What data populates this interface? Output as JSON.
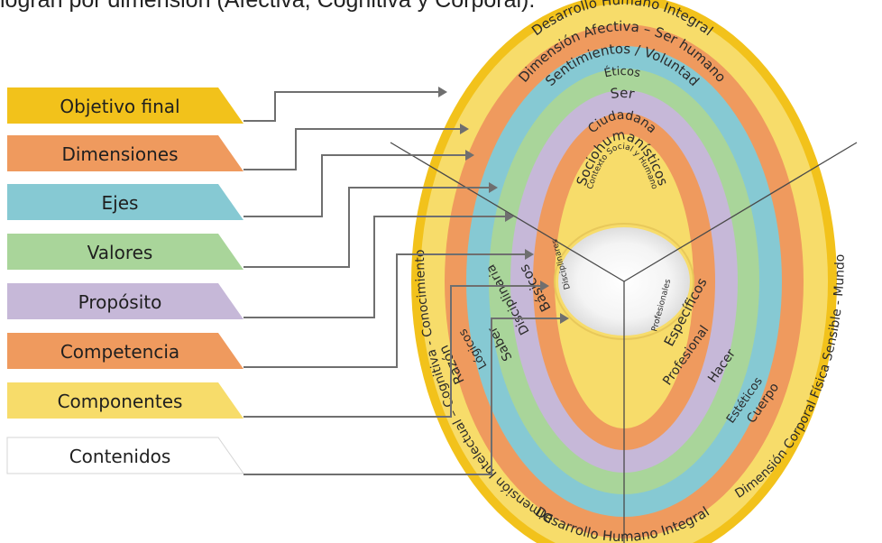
{
  "top_text": "logran por dimensión (Afectiva, Cognitiva y Corporal).",
  "colors": {
    "gold": "#f2c21b",
    "yellow": "#f7dc6a",
    "orange": "#ef9a5e",
    "teal": "#86c9d3",
    "green": "#a9d59a",
    "lavender": "#c6b8d8",
    "white_box": "#ffffff",
    "connector": "#6f6f6f"
  },
  "labels": {
    "objetivo_final": "Objetivo final",
    "dimensiones": "Dimensiones",
    "ejes": "Ejes",
    "valores": "Valores",
    "proposito": "Propósito",
    "competencia": "Competencia",
    "componentes": "Componentes",
    "contenidos": "Contenidos"
  },
  "rings": {
    "desarrollo_top": "Desarrollo Humano Integral",
    "desarrollo_bottom": "Desarrollo Humano Integral",
    "dimension_afectiva": "Dimensión Afectiva – Ser humano",
    "dimension_cognitiva": "Dimensión Intelectual – Cognitiva - Conocimiento",
    "dimension_corporal": "Dimensión Corporal Física Sensible - Mundo",
    "sentimientos": "Sentimientos / Voluntad",
    "razon": "Razón",
    "cuerpo": "Cuerpo",
    "eticos": "Éticos",
    "logicos": "Lógicos",
    "esteticos": "Estéticos",
    "ser": "Ser",
    "saber": "Saber",
    "hacer": "Hacer",
    "ciudadana": "Ciudadana",
    "disciplinaria": "Disciplinaria",
    "profesional": "Profesional",
    "sociohumanisticos": "Sociohumanísticos",
    "basicos": "Básicos",
    "especificos": "Específicos",
    "contexto": "Contexto Social y Humano",
    "disciplinares": "Disciplinares",
    "profesionales": "Profesionales"
  }
}
